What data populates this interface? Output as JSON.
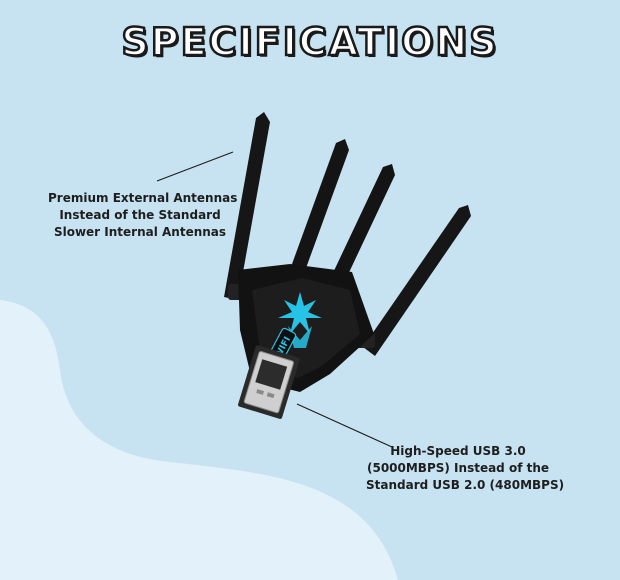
{
  "title": "SPECIFICATIONS",
  "callouts": {
    "antennas": {
      "line1": "Premium External Antennas",
      "line2": "Instead of the Standard",
      "line3": "Slower Internal Antennas"
    },
    "usb": {
      "line1": "High-Speed USB 3.0",
      "line2": "(5000MBPS) Instead of the",
      "line3": "Standard USB 2.0 (480MBPS)"
    }
  },
  "device": {
    "badge_text": "WIFI",
    "icon": "wifi-adapter-with-four-antennas"
  },
  "colors": {
    "background": "#c7e3f2",
    "wave": "#e2f1fa",
    "device_body": "#141414",
    "accent": "#27c3e6"
  }
}
